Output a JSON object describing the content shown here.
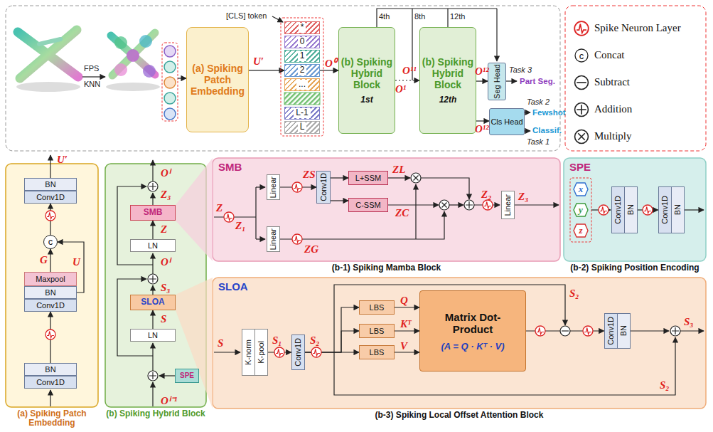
{
  "diagram": {
    "nodes": [
      {
        "text": [
          "(a) Spiking Patch Embedding"
        ]
      },
      {
        "text": [
          "*"
        ]
      },
      {
        "text": [
          "0"
        ]
      },
      {
        "text": [
          "1"
        ]
      },
      {
        "text": [
          "2"
        ]
      },
      {
        "text": [
          "..."
        ]
      },
      {
        "text": [
          "L-1"
        ]
      },
      {
        "text": [
          "L"
        ]
      },
      {
        "text": [
          "(b) Spiking Hybrid Block",
          "1st"
        ]
      },
      {
        "text": [
          "(b) Spiking Hybrid Block",
          "12th"
        ]
      },
      {
        "text": [
          "Seg Head"
        ]
      },
      {
        "text": [
          "Cls Head"
        ]
      },
      {
        "text": [
          "(a) Spiking Patch Embedding"
        ]
      },
      {
        "text": [
          "BN"
        ],
        "in": 12
      },
      {
        "text": [
          "Conv1D"
        ],
        "in": 12
      },
      {
        "text": [
          "c"
        ],
        "in": 12
      },
      {
        "text": [
          "Maxpool"
        ],
        "in": 12
      },
      {
        "text": [
          "BN"
        ],
        "in": 12
      },
      {
        "text": [
          "Conv1D"
        ],
        "in": 12
      },
      {
        "text": [
          "BN"
        ],
        "in": 12
      },
      {
        "text": [
          "Conv1D"
        ],
        "in": 12
      },
      {
        "text": [
          "(b) Spiking Hybrid Block"
        ]
      },
      {
        "text": [
          "SMB"
        ],
        "in": 21
      },
      {
        "text": [
          "LN"
        ],
        "in": 21
      },
      {
        "text": [
          "SLOA"
        ],
        "in": 21
      },
      {
        "text": [
          "LN"
        ],
        "in": 21
      },
      {
        "text": [
          "SPE"
        ],
        "in": 21
      },
      {
        "text": [
          "SMB",
          "(b-1) Spiking Mamba Block"
        ]
      },
      {
        "text": [
          "Linear"
        ],
        "in": 27
      },
      {
        "text": [
          "Conv1D"
        ],
        "in": 27
      },
      {
        "text": [
          "L+SSM"
        ],
        "in": 27
      },
      {
        "text": [
          "C-SSM"
        ],
        "in": 27
      },
      {
        "text": [
          "Linear"
        ],
        "in": 27
      },
      {
        "text": [
          "Linear"
        ],
        "in": 27
      },
      {
        "text": [
          "SPE",
          "(b-2) Spiking Position Encoding"
        ]
      },
      {
        "text": [
          "Conv1D"
        ],
        "in": 34
      },
      {
        "text": [
          "BN"
        ],
        "in": 34
      },
      {
        "text": [
          "Conv1D"
        ],
        "in": 34
      },
      {
        "text": [
          "BN"
        ],
        "in": 34
      },
      {
        "text": [
          "SLOA",
          "(b-3) Spiking Local Offset Attention Block"
        ]
      },
      {
        "text": [
          "K-norm"
        ],
        "in": 39
      },
      {
        "text": [
          "K-pool"
        ],
        "in": 39
      },
      {
        "text": [
          "Conv1D"
        ],
        "in": 39
      },
      {
        "text": [
          "LBS"
        ],
        "in": 39
      },
      {
        "text": [
          "LBS"
        ],
        "in": 39
      },
      {
        "text": [
          "LBS"
        ],
        "in": 39
      },
      {
        "text": [
          "Matrix Dot-Product",
          "(A = Q · Kᵀ · V)"
        ],
        "in": 39
      },
      {
        "text": [
          "Conv1D"
        ],
        "in": 39
      },
      {
        "text": [
          "BN"
        ],
        "in": 39
      },
      {
        "text": [
          "x"
        ],
        "in": 34
      },
      {
        "text": [
          "y"
        ],
        "in": 34
      },
      {
        "text": [
          "z"
        ],
        "in": 34
      }
    ],
    "edges": [
      {
        "from": 0,
        "to": 4,
        "arrow": "to"
      },
      {
        "from": 4,
        "to": 8,
        "arrow": "to"
      },
      {
        "from": 8,
        "to": 9,
        "arrow": "to"
      },
      {
        "from": 9,
        "to": 10,
        "arrow": "to"
      },
      {
        "from": 9,
        "to": 11,
        "arrow": "to"
      },
      {
        "from": 19,
        "to": 18,
        "arrow": "to"
      },
      {
        "from": 16,
        "to": 15,
        "arrow": "to"
      },
      {
        "from": 15,
        "to": 14,
        "arrow": "to"
      },
      {
        "from": 17,
        "to": 15,
        "arrow": "to"
      },
      {
        "from": 25,
        "to": 24,
        "arrow": "to"
      },
      {
        "from": 23,
        "to": 22,
        "arrow": "to"
      },
      {
        "from": 28,
        "to": 29,
        "arrow": "to"
      },
      {
        "from": 29,
        "to": 30,
        "arrow": "to"
      },
      {
        "from": 29,
        "to": 31,
        "arrow": "to"
      },
      {
        "from": 36,
        "to": 37,
        "arrow": "to"
      },
      {
        "from": 41,
        "to": 42,
        "arrow": "to"
      },
      {
        "from": 42,
        "to": 43,
        "arrow": "to"
      },
      {
        "from": 42,
        "to": 44,
        "arrow": "to"
      },
      {
        "from": 42,
        "to": 45,
        "arrow": "to"
      },
      {
        "from": 43,
        "to": 46,
        "arrow": "to"
      },
      {
        "from": 44,
        "to": 46,
        "arrow": "to"
      },
      {
        "from": 45,
        "to": 46,
        "arrow": "to"
      },
      {
        "from": 46,
        "to": 47,
        "arrow": "to"
      }
    ],
    "labels": [
      "FPS",
      "KNN",
      "[CLS] token",
      "U′",
      "O⁰",
      "4th",
      "8th",
      "12th",
      "O¹¹",
      "O¹",
      "O¹²",
      "O¹²",
      "Task 3",
      "Part Seg.",
      "Task 2",
      "Fewshot",
      "Task 1",
      "Classif.",
      "c",
      "U′",
      "G",
      "U",
      "Oⁱ",
      "Z₃",
      "Z",
      "Oⁱ",
      "S₃",
      "S",
      "Oⁱ⁻¹",
      "Z",
      "Z₁",
      "ZS",
      "ZL",
      "ZC",
      "ZG",
      "Z₂",
      "Z₃",
      "S",
      "S₁",
      "S₂",
      "Q",
      "Kᵀ",
      "V",
      "S₂",
      "S₂",
      "S₃"
    ],
    "legend": [
      {
        "text": "Spike Neuron Layer"
      },
      {
        "text": "Concat"
      },
      {
        "text": "Subtract"
      },
      {
        "text": "Addition"
      },
      {
        "text": "Multiply"
      }
    ]
  }
}
